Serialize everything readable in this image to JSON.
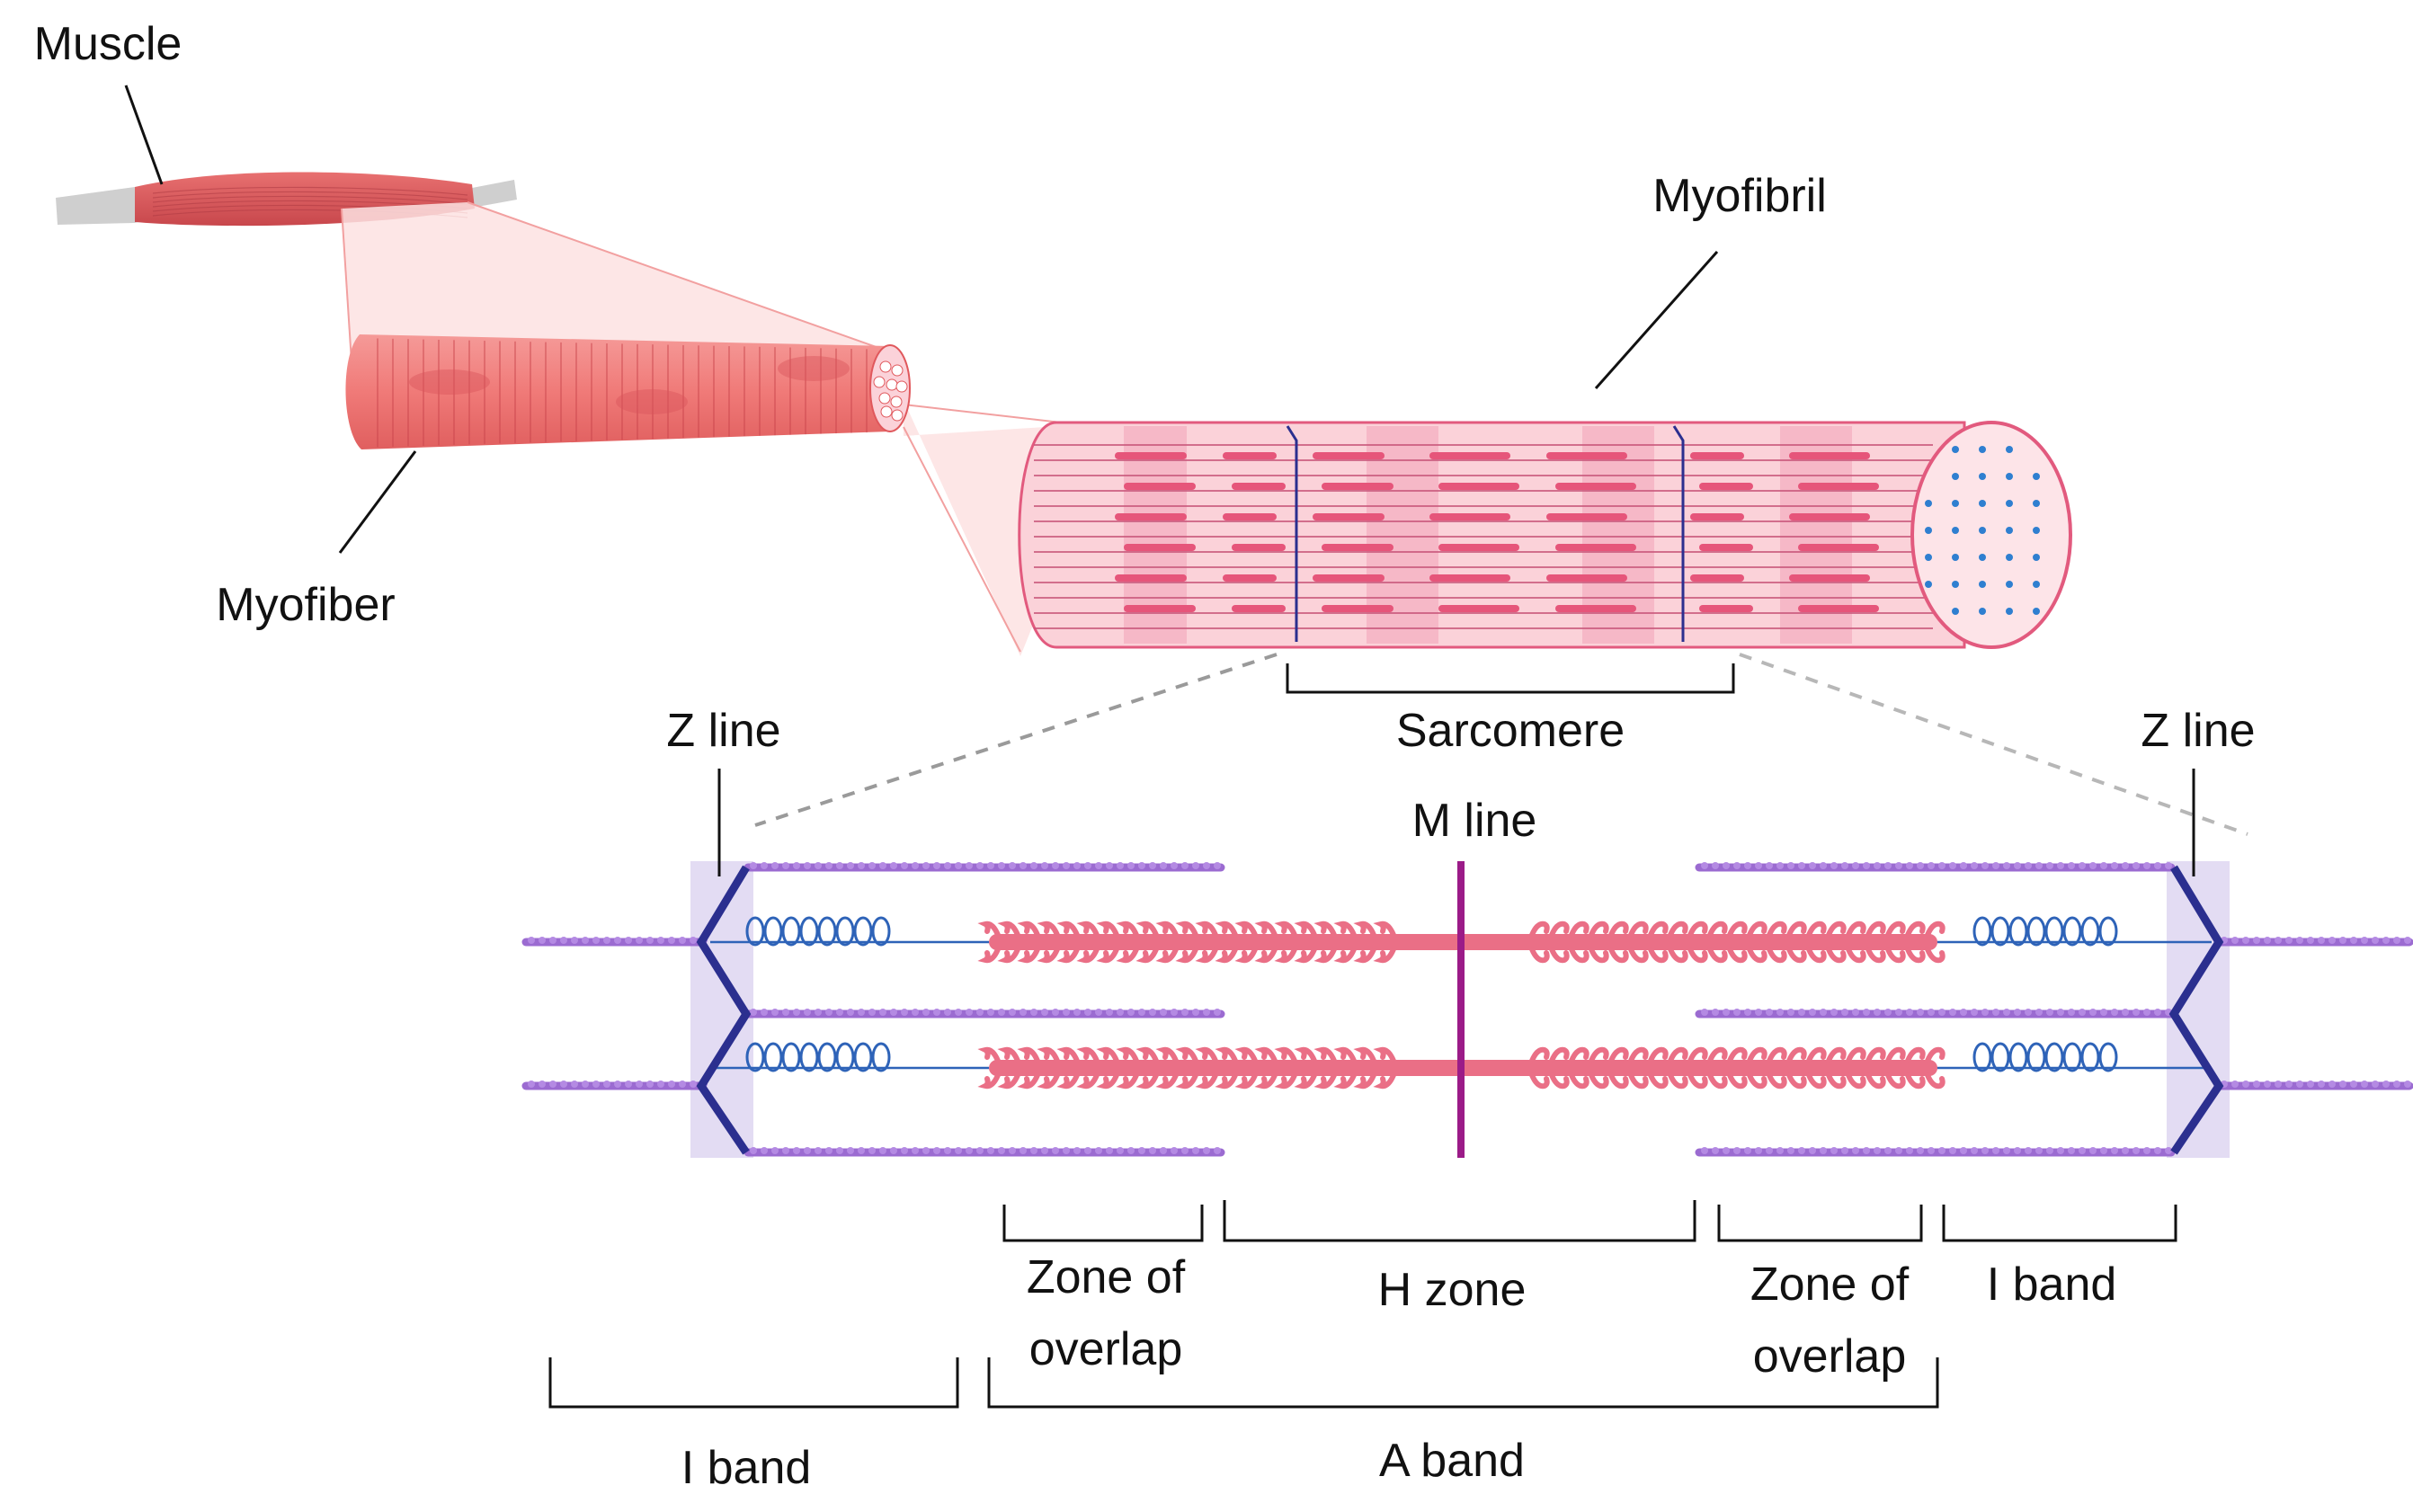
{
  "labels": {
    "muscle": "Muscle",
    "myofiber": "Myofiber",
    "myofibril": "Myofibril",
    "sarcomere": "Sarcomere",
    "z_line_left": "Z line",
    "z_line_right": "Z line",
    "m_line": "M line",
    "zone_overlap_left": [
      "Zone of",
      "overlap"
    ],
    "h_zone": "H zone",
    "zone_overlap_right": [
      "Zone of",
      "overlap"
    ],
    "i_band_right": "I band",
    "i_band_left": "I band",
    "a_band": "A band"
  },
  "colors": {
    "muscle_red": "#e0585c",
    "muscle_tendon": "#c8c8c8",
    "myofiber": "#f07a78",
    "myofibril_light": "#fbd2d9",
    "myofibril_dark": "#e6557a",
    "z_disc": "#2b2f8f",
    "actin": "#9b6bd1",
    "titin": "#2e63b8",
    "myosin": "#ea6f86",
    "m_line": "#9b1b88",
    "z_band_shade": "#e3dcf3",
    "bracket": "#111111",
    "dashed": "#9a9a9a"
  }
}
